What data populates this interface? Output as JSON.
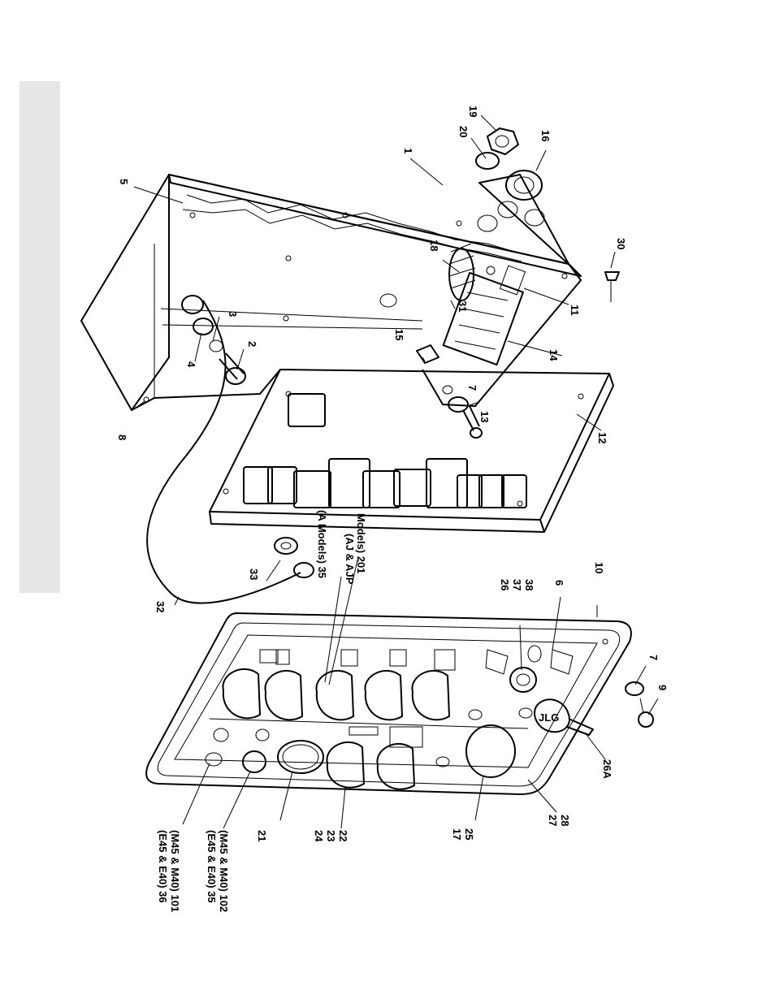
{
  "callouts": {
    "c1": "1",
    "c2": "2",
    "c3": "3",
    "c4": "4",
    "c5": "5",
    "c6": "6",
    "c7a": "7",
    "c7b": "7",
    "c8": "8",
    "c9": "9",
    "c10": "10",
    "c11": "11",
    "c12": "12",
    "c13": "13",
    "c14": "14",
    "c15": "15",
    "c16": "16",
    "c17": "17",
    "c18": "18",
    "c19": "19",
    "c20": "20",
    "c21": "21",
    "c22": "22",
    "c23": "23",
    "c24": "24",
    "c25": "25",
    "c26": "26",
    "c26a": "26A",
    "c27": "27",
    "c28": "28",
    "c30": "30",
    "c31": "31",
    "c32": "32",
    "c33": "33",
    "c37": "37",
    "c38": "38",
    "a_models": "(A Models) 35",
    "aj_line1": "(AJ & AJP",
    "aj_line2": "Models) 201",
    "e36_line1": "(E45 & E40) 36",
    "e36_line2": "(M45 & M40) 101",
    "e35_line1": "(E45 & E40) 35",
    "e35_line2": "(M45 & M40) 102"
  },
  "logo_text": "JLG",
  "colors": {
    "ink": "#000000",
    "sidebar": "#e6e6e6",
    "paper": "#ffffff"
  }
}
